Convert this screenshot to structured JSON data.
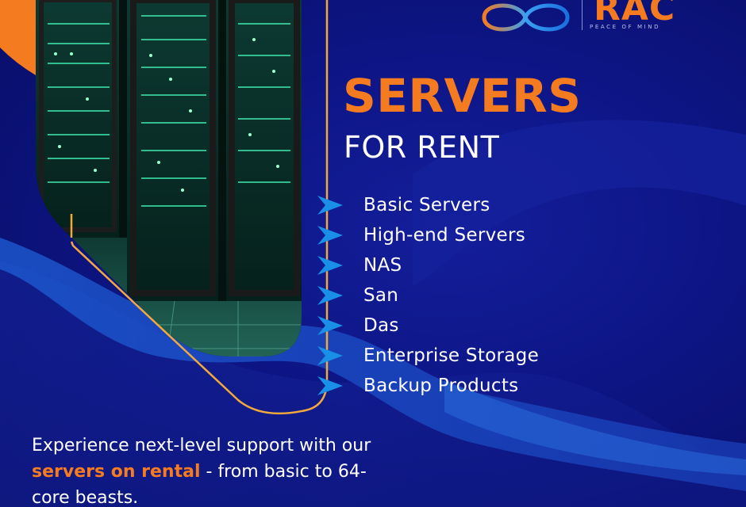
{
  "brand": {
    "name": "RAC",
    "tagline": "PEACE OF MIND",
    "logo_icon": "infinity-icon"
  },
  "heading": {
    "title": "SERVERS",
    "subtitle": "FOR RENT"
  },
  "features": [
    "Basic Servers",
    "High-end Servers",
    "NAS",
    "San",
    "Das",
    "Enterprise Storage",
    "Backup Products"
  ],
  "footer": {
    "before": "Experience next-level support with our ",
    "highlight": "servers on rental",
    "after": " - from basic to 64-core beasts."
  },
  "colors": {
    "background": "#0b1170",
    "accent": "#f47b20",
    "bullet": "#1a8fe8",
    "frame": "#f2a93b"
  }
}
